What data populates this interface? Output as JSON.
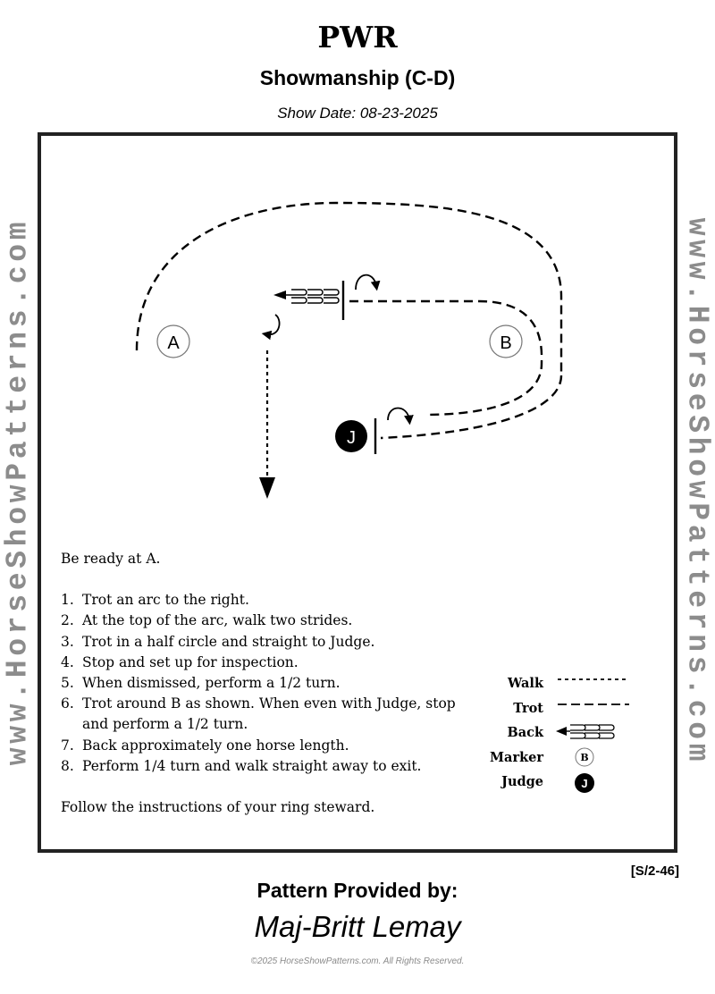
{
  "header": {
    "title": "PWR",
    "subtitle": "Showmanship (C-D)",
    "show_date": "Show Date: 08-23-2025"
  },
  "watermark": {
    "left": "www.HorseShowPatterns.com",
    "right": "www.HorseShowPatterns.com"
  },
  "pattern_markers": {
    "a": "A",
    "b": "B",
    "judge": "J"
  },
  "instructions": {
    "ready": "Be ready at A.",
    "steps": [
      {
        "num": "1.",
        "text": "Trot an arc to the right."
      },
      {
        "num": "2.",
        "text": "At the top of  the arc, walk two strides."
      },
      {
        "num": "3.",
        "text": "Trot in a half  circle and straight to Judge."
      },
      {
        "num": "4.",
        "text": "Stop and set up for inspection."
      },
      {
        "num": "5.",
        "text": "When dismissed, perform a 1/2 turn."
      },
      {
        "num": "6.",
        "text": "Trot around B as shown.  When even with Judge, stop and perform a 1/2 turn."
      },
      {
        "num": "7.",
        "text": "Back approximately one horse length."
      },
      {
        "num": "8.",
        "text": "Perform 1/4 turn and walk straight away to exit."
      }
    ],
    "follow": "Follow the  instructions of  your ring steward."
  },
  "legend": {
    "walk": "Walk",
    "trot": "Trot",
    "back": "Back",
    "marker": "Marker",
    "judge": "Judge",
    "marker_symbol": "B",
    "judge_symbol": "J"
  },
  "footer": {
    "pattern_code": "[S/2-46]",
    "provided_by": "Pattern Provided by:",
    "author": "Maj-Britt Lemay",
    "copyright": "©2025 HorseShowPatterns.com. All Rights Reserved."
  },
  "colors": {
    "border": "#222222",
    "watermark": "#8c8c8c",
    "ink": "#000000"
  }
}
